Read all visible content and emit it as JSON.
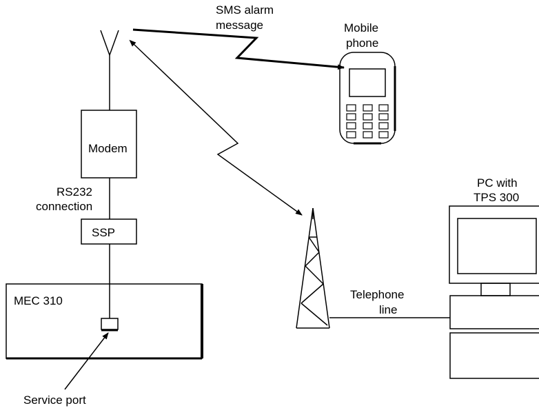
{
  "labels": {
    "sms_line1": "SMS alarm",
    "sms_line2": "message",
    "mobile_line1": "Mobile",
    "mobile_line2": "phone",
    "modem": "Modem",
    "rs232_line1": "RS232",
    "rs232_line2": "connection",
    "ssp": "SSP",
    "mec": "MEC 310",
    "service_port": "Service port",
    "telephone_line1": "Telephone",
    "telephone_line2": "line",
    "pc_line1": "PC with",
    "pc_line2": "TPS 300"
  }
}
